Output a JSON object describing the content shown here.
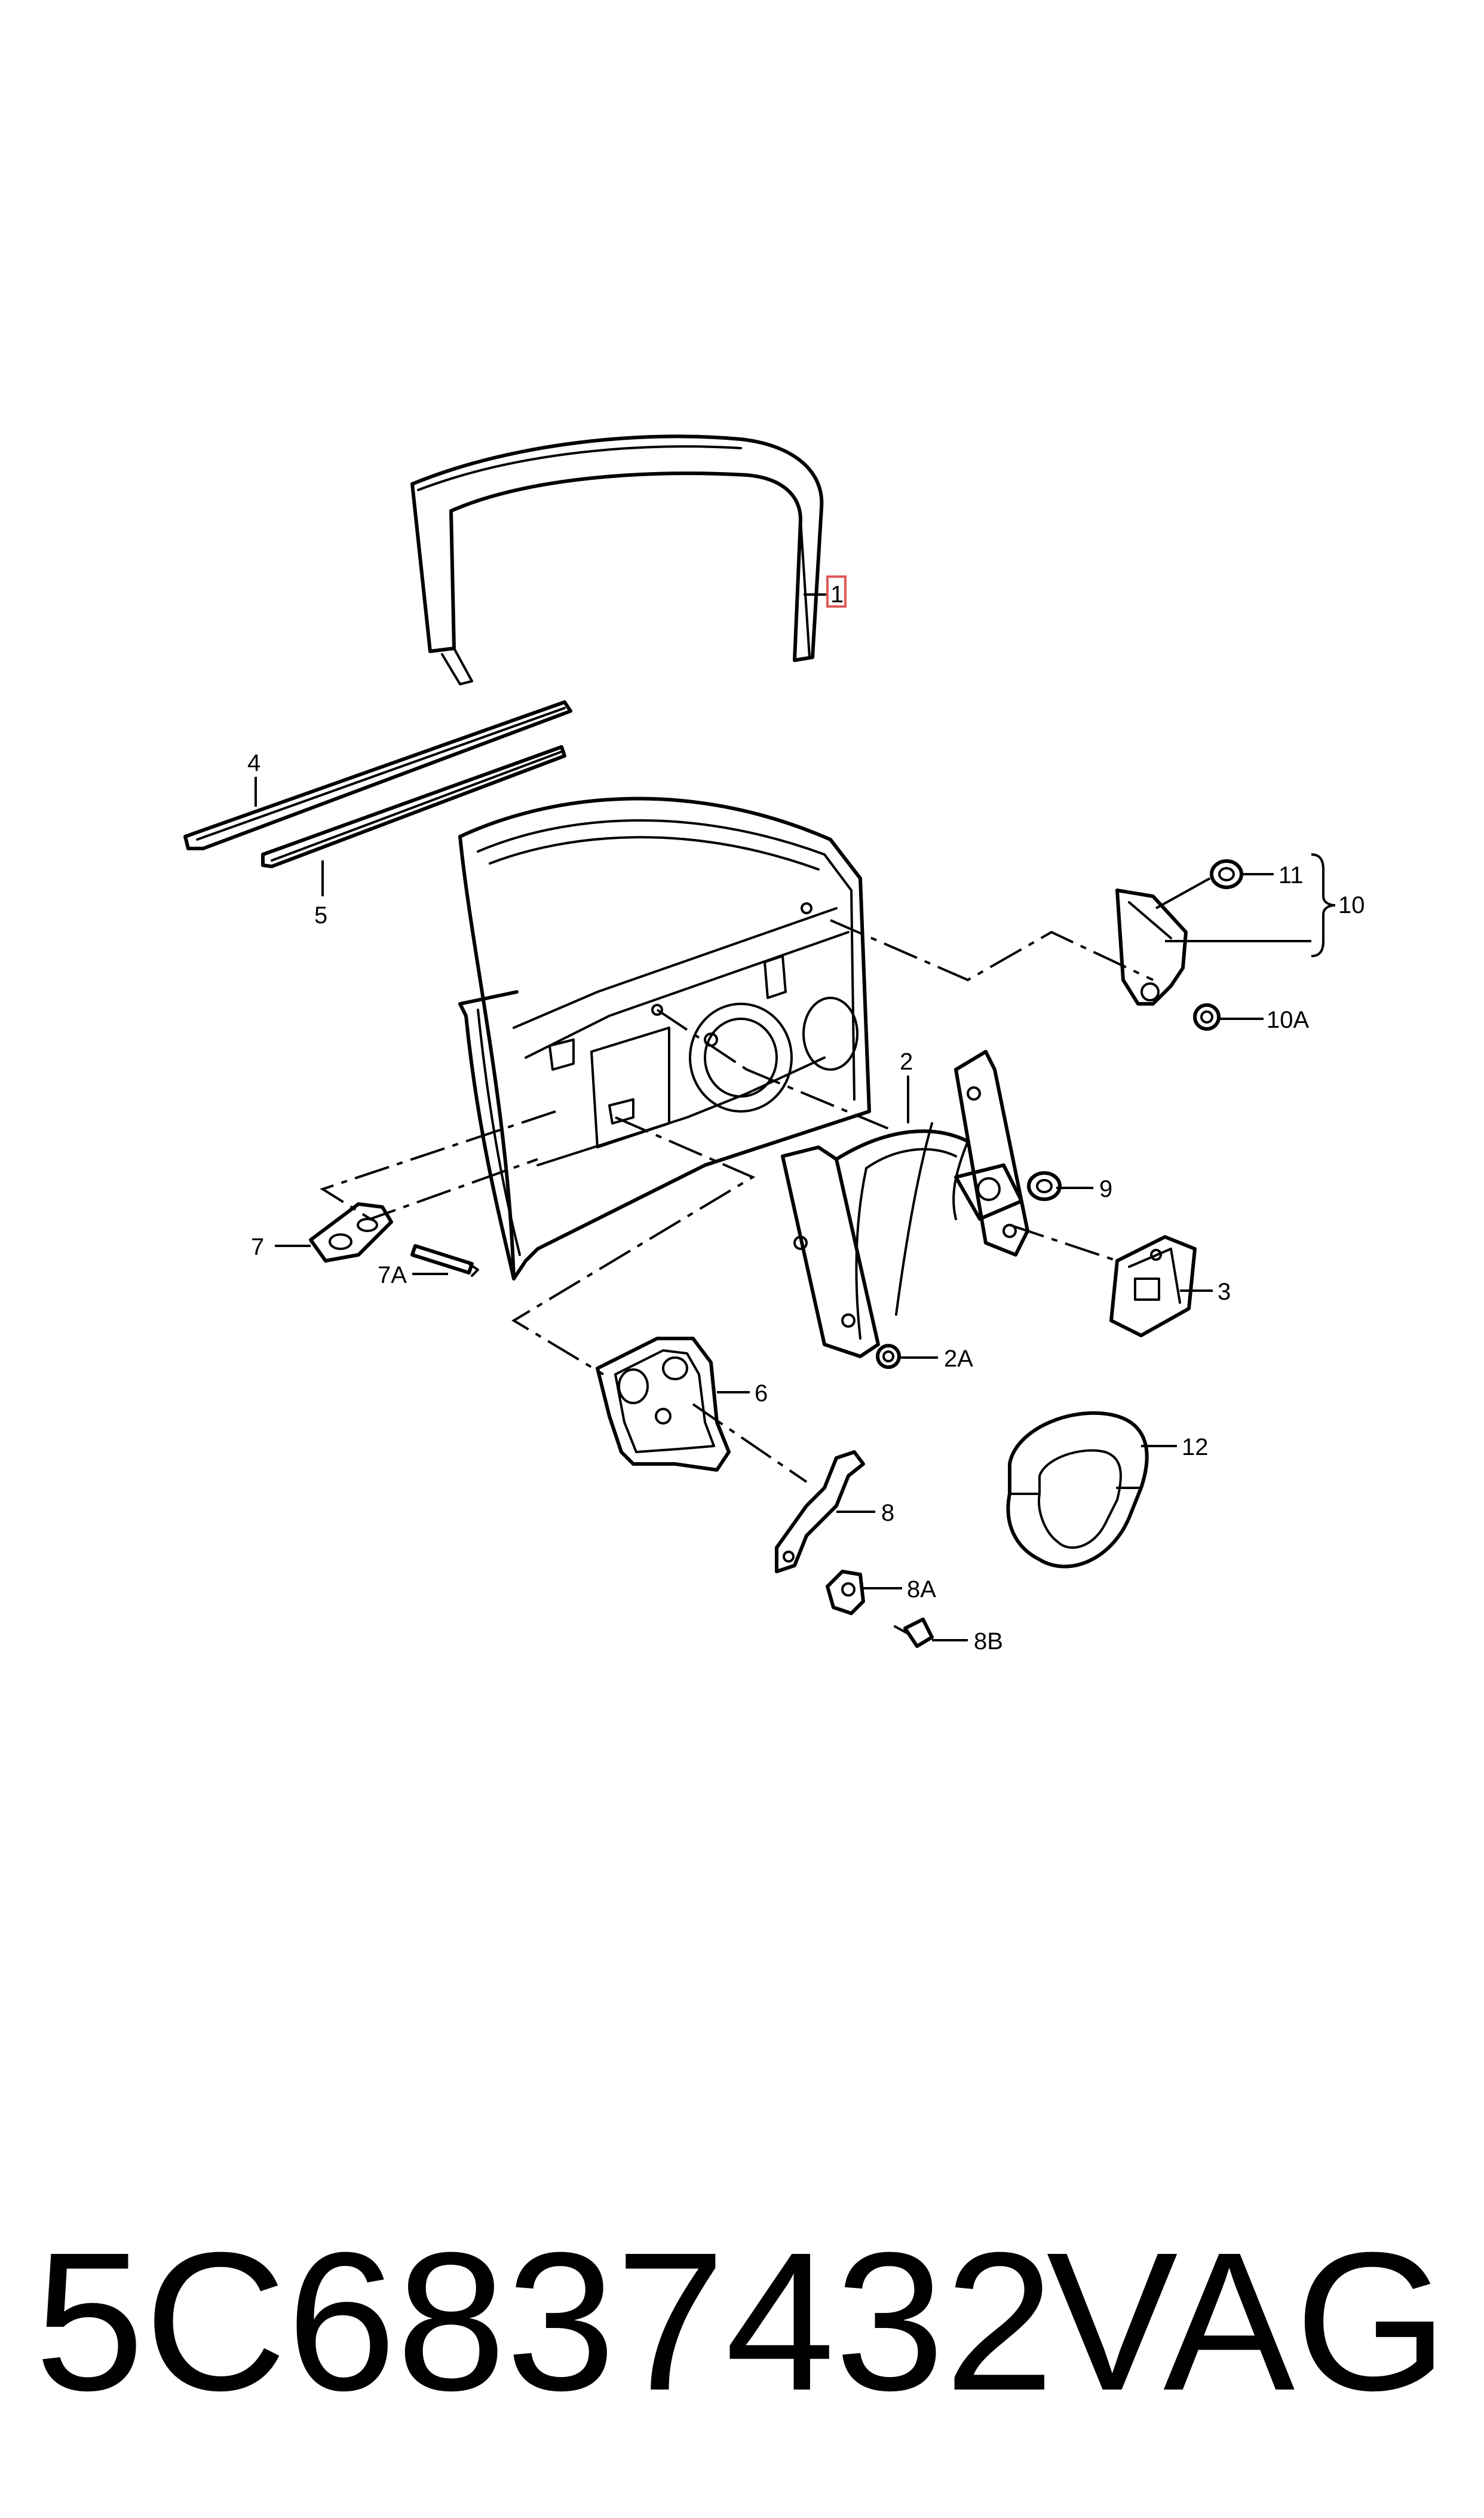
{
  "callouts": {
    "c1": "1",
    "c2": "2",
    "c2a": "2A",
    "c3": "3",
    "c4": "4",
    "c5": "5",
    "c6": "6",
    "c7": "7",
    "c7a": "7A",
    "c8": "8",
    "c8a": "8A",
    "c8b": "8B",
    "c9": "9",
    "c10": "10",
    "c10a": "10A",
    "c11": "11",
    "c12": "12"
  },
  "highlighted_callout": "1",
  "footer": {
    "part_number": "5C6837432",
    "brand": "VAG"
  },
  "colors": {
    "line": "#000000",
    "highlight": "#e05a5a",
    "background": "#ffffff"
  }
}
